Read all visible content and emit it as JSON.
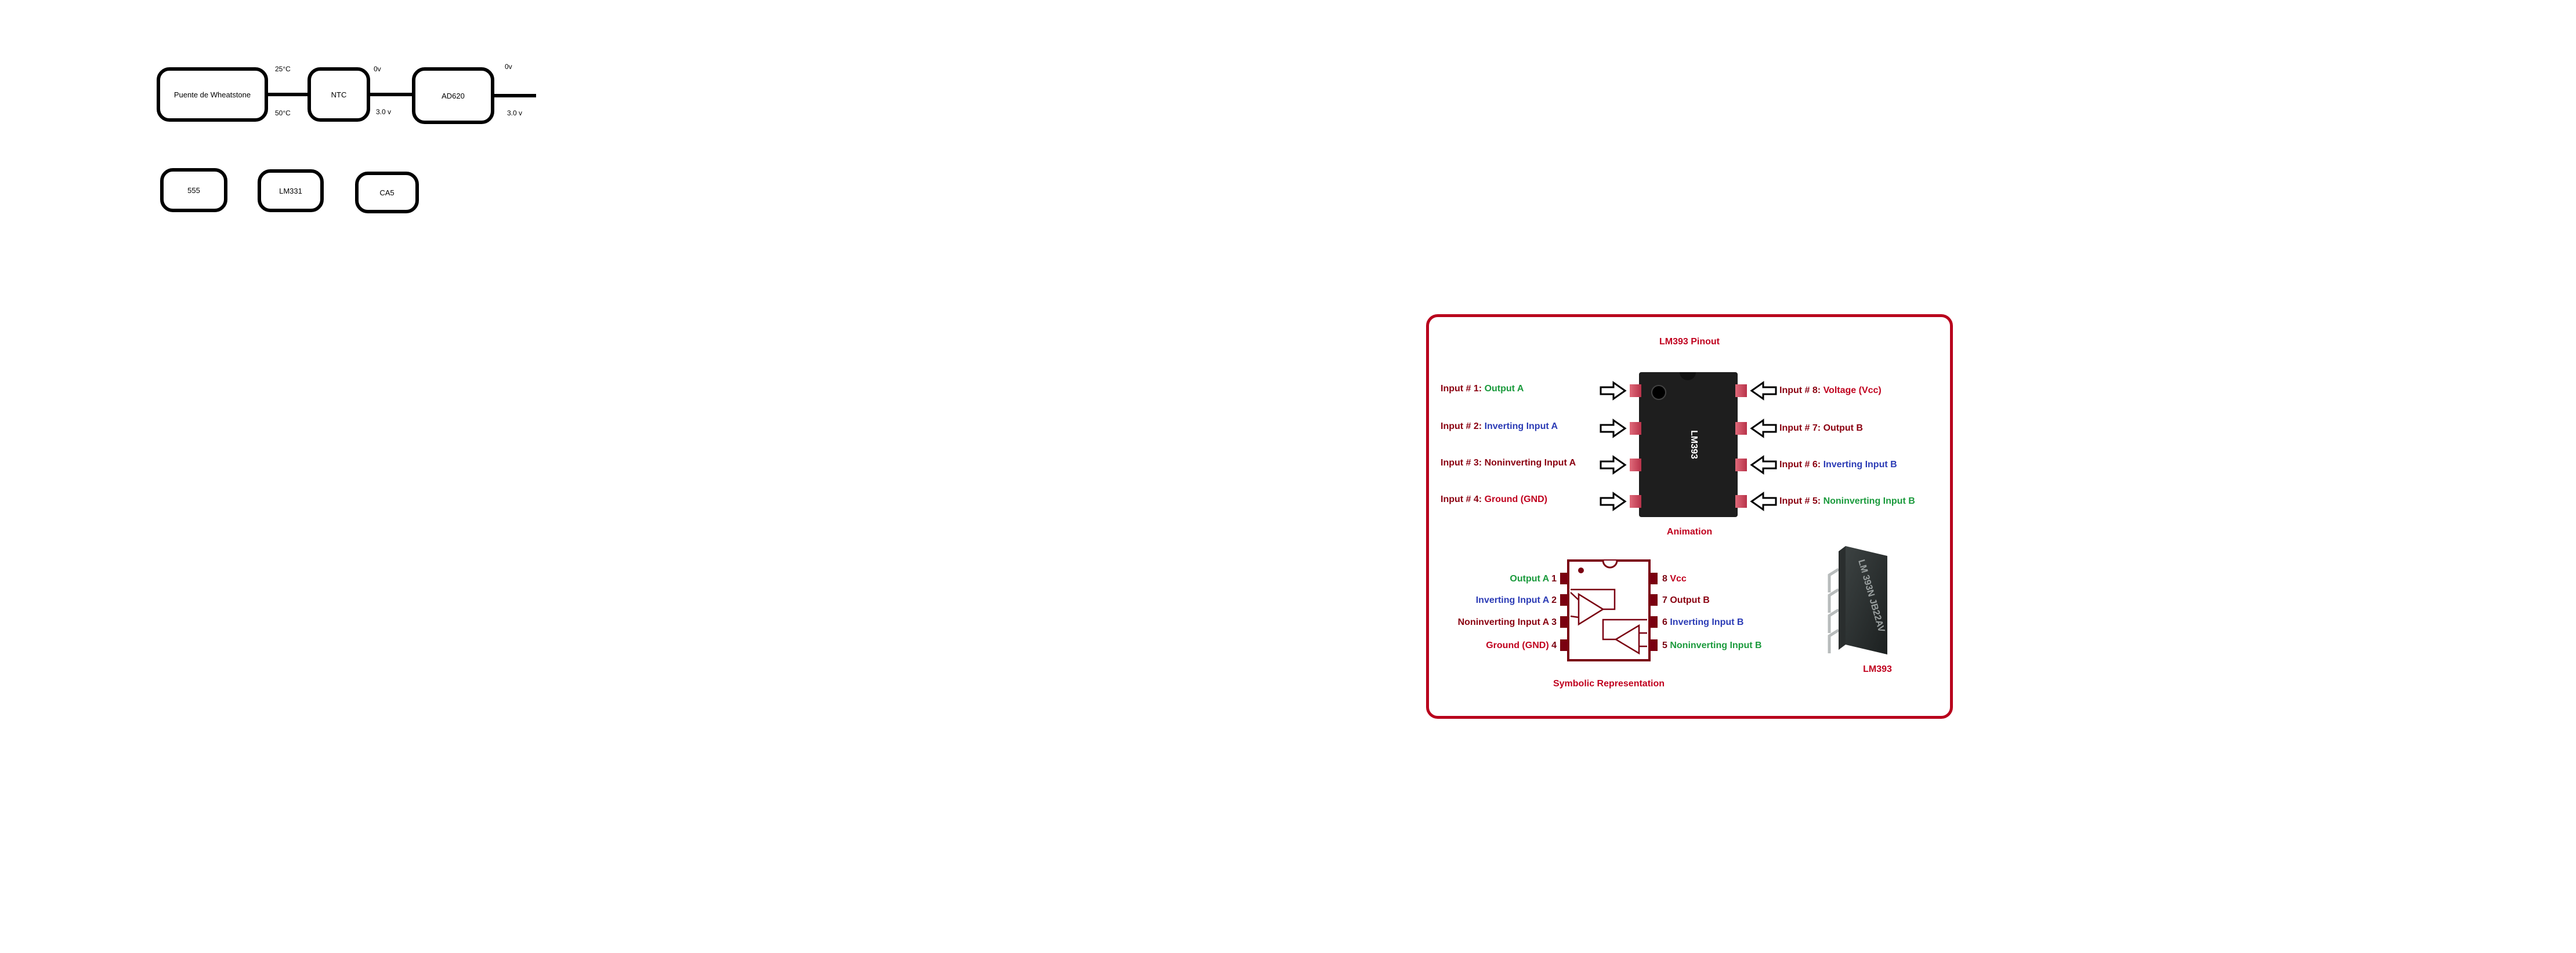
{
  "block_diagram": {
    "blocks": [
      {
        "id": "wheatstone",
        "label": "Puente de Wheatstone"
      },
      {
        "id": "ntc",
        "label": "NTC"
      },
      {
        "id": "ad620",
        "label": "AD620"
      },
      {
        "id": "b555",
        "label": "555"
      },
      {
        "id": "lm331",
        "label": "LM331"
      },
      {
        "id": "ca5",
        "label": "CA5"
      }
    ],
    "signal_labels": {
      "temp_high": "25°C",
      "temp_low": "50°C",
      "ntc_out_top": "0v",
      "ntc_out_bottom": "3.0 v",
      "ad620_out_top": "0v",
      "ad620_out_bottom": "3.0 v"
    }
  },
  "pinout": {
    "title": "LM393 Pinout",
    "chip_label": "LM393",
    "animation_label": "Animation",
    "symbolic_label": "Symbolic Representation",
    "photo_label": "LM393",
    "photo_marking": "LM 393N JB22AV",
    "colors": {
      "accent": "#c0001e",
      "green": "#1a9a3c",
      "blue": "#2b3bb5",
      "maroon": "#8a0010",
      "pin": "#d9485f"
    },
    "left_pins": [
      {
        "prefix": "Input # 1:",
        "name": "Output A",
        "color": "green"
      },
      {
        "prefix": "Input # 2:",
        "name": "Inverting Input A",
        "color": "blue"
      },
      {
        "prefix": "Input # 3:",
        "name": "Noninverting Input A",
        "color": "maroon"
      },
      {
        "prefix": "Input # 4:",
        "name": "Ground (GND)",
        "color": "red"
      }
    ],
    "right_pins": [
      {
        "prefix": "Input # 8:",
        "name": "Voltage (Vcc)",
        "color": "red"
      },
      {
        "prefix": "Input # 7:",
        "name": "Output B",
        "color": "maroon"
      },
      {
        "prefix": "Input # 6:",
        "name": "Inverting Input B",
        "color": "blue"
      },
      {
        "prefix": "Input # 5:",
        "name": "Noninverting Input B",
        "color": "green"
      }
    ],
    "symbol_left": [
      {
        "name": "Output A",
        "num": "1",
        "color": "green"
      },
      {
        "name": "Inverting Input A",
        "num": "2",
        "color": "blue"
      },
      {
        "name": "Noninverting Input A",
        "num": "3",
        "color": "maroon"
      },
      {
        "name": "Ground (GND)",
        "num": "4",
        "color": "red"
      }
    ],
    "symbol_right": [
      {
        "num": "8",
        "name": "Vcc",
        "color": "red"
      },
      {
        "num": "7",
        "name": "Output B",
        "color": "maroon"
      },
      {
        "num": "6",
        "name": "Inverting Input B",
        "color": "blue"
      },
      {
        "num": "5",
        "name": "Noninverting Input B",
        "color": "green"
      }
    ]
  }
}
